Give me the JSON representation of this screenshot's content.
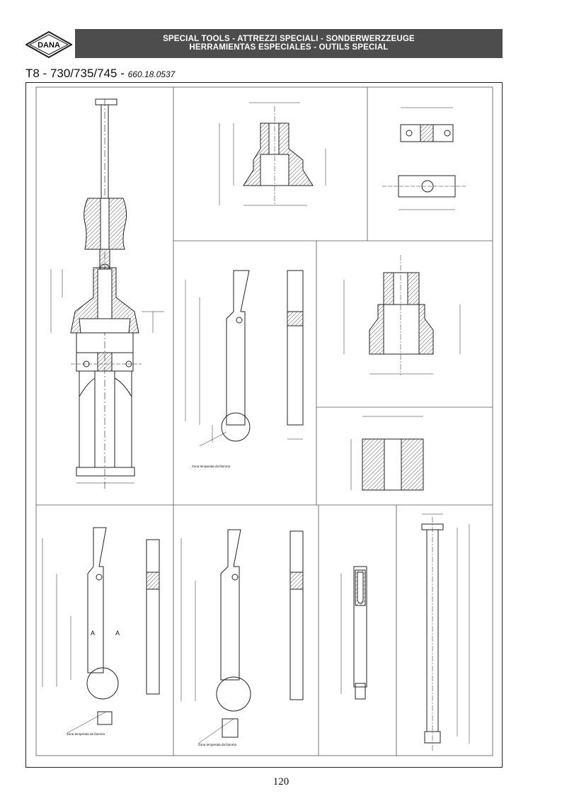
{
  "header": {
    "logo_text": "DANA",
    "line1": "SPECIAL TOOLS - ATTREZZI SPECIALI - SONDERWERZZEUGE",
    "line2": "HERRAMIENTAS ESPECIALES - OUTILS SPECIAL"
  },
  "title": {
    "prefix": "T8 - 730/735/745 - ",
    "code": "660.18.0537"
  },
  "page_number": "120",
  "labels": {
    "a1": "A",
    "a2": "A",
    "zone1": "Zona temperata da fiamma",
    "zone2": "Zona temperata da fiamma",
    "zone3": "Zona temperata da fiamma"
  }
}
